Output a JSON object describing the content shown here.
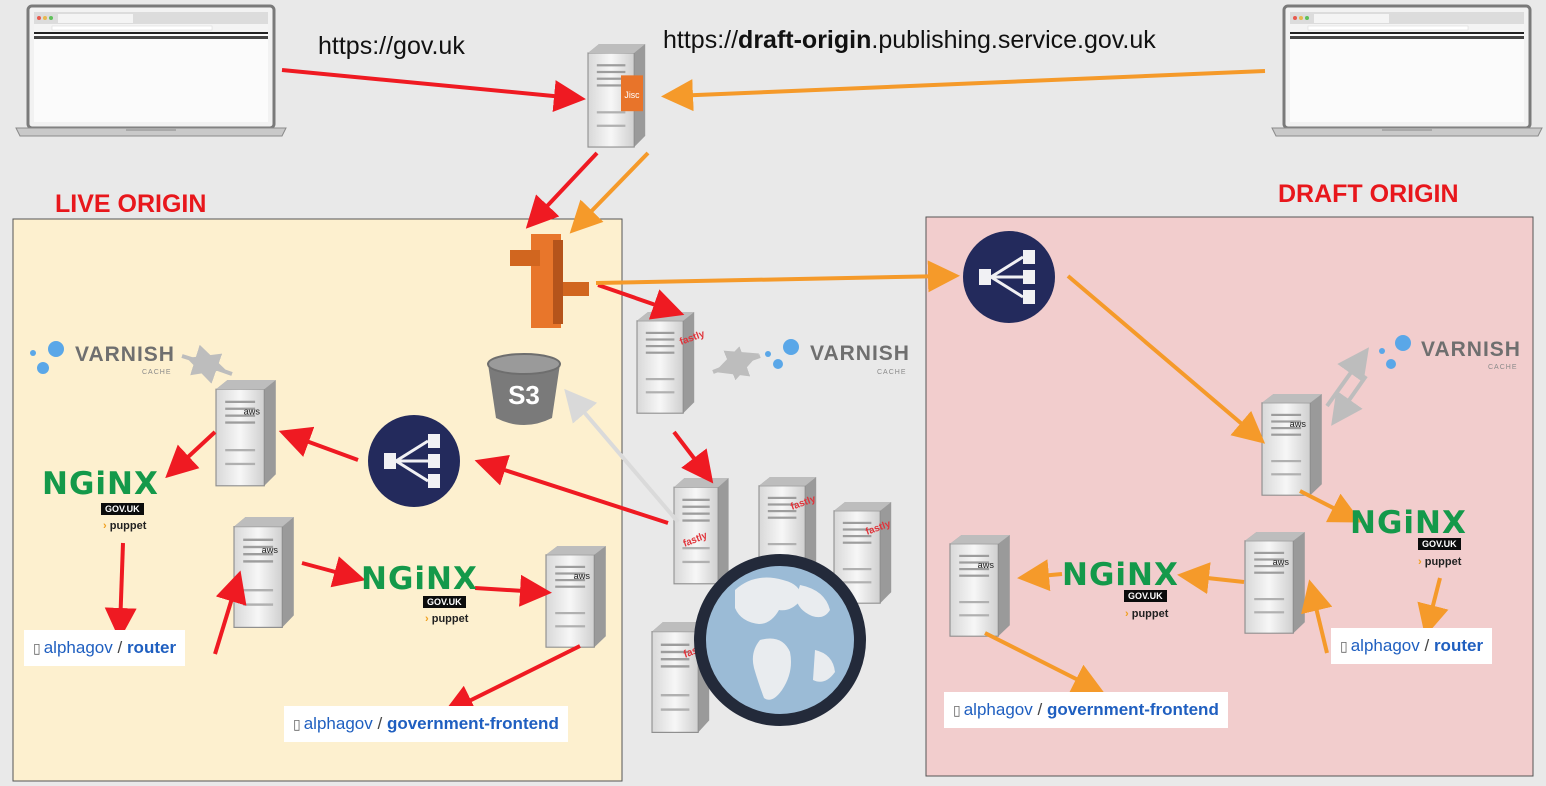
{
  "urls": {
    "live": "https://gov.uk",
    "draft_prefix": "https://",
    "draft_bold": "draft-origin",
    "draft_suffix": ".publishing.service.gov.uk"
  },
  "origins": {
    "live": "LIVE ORIGIN",
    "draft": "DRAFT ORIGIN"
  },
  "varnish": {
    "word": "VARNISH",
    "sub": "CACHE"
  },
  "nginx": {
    "word": "NGiNX",
    "badge": "GOV.UK",
    "puppet": "puppet"
  },
  "repos": {
    "owner": "alphagov",
    "separator": "/",
    "router": "router",
    "frontend": "government-frontend"
  },
  "logos": {
    "s3": "S3",
    "jisc": "Jisc",
    "fastly": "fastly",
    "aws": "aws"
  },
  "colors": {
    "live_arrow": "#ef1a22",
    "draft_arrow": "#f59a2a",
    "grey_arrow": "#b8b8b8",
    "live_panel": "#fdf0cf",
    "draft_panel": "#f2cdcd",
    "origin_label": "#e8171c",
    "load_balancer": "#232a5c"
  },
  "icons": [
    "laptop-icon",
    "server-icon",
    "cloudfront-icon",
    "s3-bucket-icon",
    "load-balancer-icon",
    "globe-icon",
    "varnish-logo",
    "nginx-logo",
    "repo-book-icon"
  ]
}
